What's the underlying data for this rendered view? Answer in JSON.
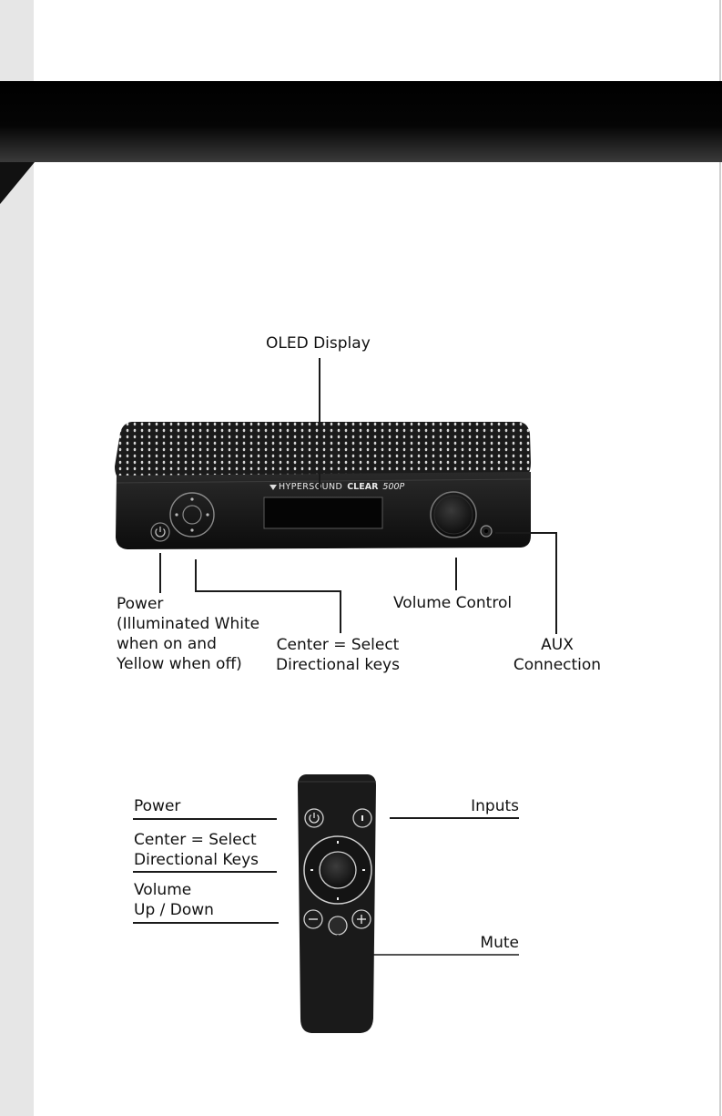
{
  "unit": {
    "brand": "HYPERSOUND",
    "model": "CLEAR",
    "model_number": "500P"
  },
  "unit_callouts": {
    "oled_display": "OLED Display",
    "power": "Power\n(Illuminated White\nwhen on and\nYellow when off)",
    "directional": "Center = Select\nDirectional keys",
    "volume": "Volume Control",
    "aux": "AUX\nConnection"
  },
  "remote_callouts": {
    "power": "Power",
    "directional": "Center = Select\nDirectional Keys",
    "volume": "Volume\nUp / Down",
    "inputs": "Inputs",
    "mute": "Mute"
  }
}
